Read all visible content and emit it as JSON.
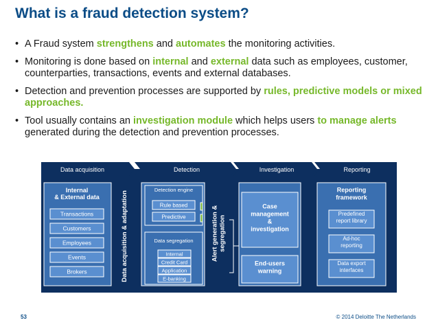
{
  "title": "What is a fraud detection system?",
  "bullets": [
    [
      {
        "t": "A Fraud system ",
        "c": ""
      },
      {
        "t": "strengthens",
        "c": "hl-green"
      },
      {
        "t": " and ",
        "c": ""
      },
      {
        "t": "automates",
        "c": "hl-green"
      },
      {
        "t": " the monitoring activities.",
        "c": ""
      }
    ],
    [
      {
        "t": "Monitoring is done based on ",
        "c": ""
      },
      {
        "t": "internal",
        "c": "hl-green"
      },
      {
        "t": " and ",
        "c": ""
      },
      {
        "t": "external",
        "c": "hl-green"
      },
      {
        "t": " data such as employees, customer, counterparties, transactions, events and external databases.",
        "c": ""
      }
    ],
    [
      {
        "t": "Detection and prevention processes are supported by ",
        "c": ""
      },
      {
        "t": "rules, predictive models or mixed approaches.",
        "c": "hl-green"
      }
    ],
    [
      {
        "t": "Tool usually contains an ",
        "c": ""
      },
      {
        "t": "investigation module",
        "c": "hl-green"
      },
      {
        "t": " which helps users ",
        "c": ""
      },
      {
        "t": "to manage alerts",
        "c": "hl-green"
      },
      {
        "t": " generated during the detection and prevention processes.",
        "c": ""
      }
    ]
  ],
  "diagram": {
    "colors": {
      "dark": "#0d2f5f",
      "light": "#3a6fb0",
      "stripe": "#5a8fd0",
      "text": "#ffffff"
    },
    "headers": [
      "Data acquisition",
      "Detection",
      "Investigation",
      "Reporting"
    ],
    "acquisition": {
      "title": "Internal\n& External data",
      "items": [
        "Transactions",
        "Customers",
        "Employees",
        "Events",
        "Brokers"
      ],
      "vertical": "Data acquisition &  adaptation"
    },
    "detection": {
      "engine_title": "Detection engine",
      "engine_items": [
        "Rule based",
        "Predictive"
      ],
      "segregation_title": "Data segregation",
      "segregation_items": [
        "Internal",
        "Credit Card",
        "Application",
        "E-banking"
      ],
      "vertical": "Alert generation &\nsegregation"
    },
    "investigation": {
      "case": "Case\nmanagement\n&\ninvestigation",
      "warning": "End-users\nwarning"
    },
    "reporting": {
      "title": "Reporting\nframework",
      "items": [
        "Predefined\nreport library",
        "Ad-hoc\nreporting",
        "Data export\ninterfaces"
      ]
    }
  },
  "footer": {
    "page": "53",
    "copyright": "© 2014 Deloitte The Netherlands"
  }
}
